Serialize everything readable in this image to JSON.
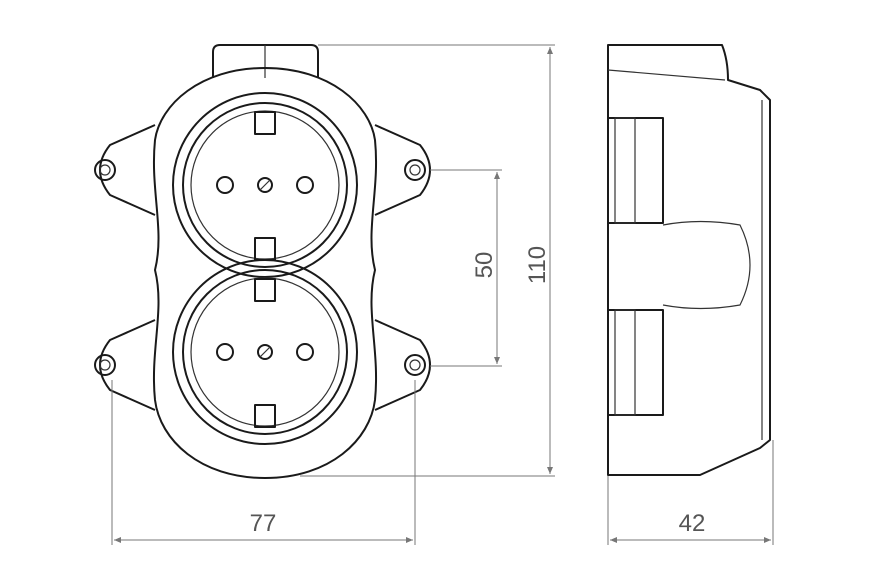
{
  "dimensions": {
    "width": "77",
    "depth": "42",
    "spacing": "50",
    "height": "110"
  }
}
